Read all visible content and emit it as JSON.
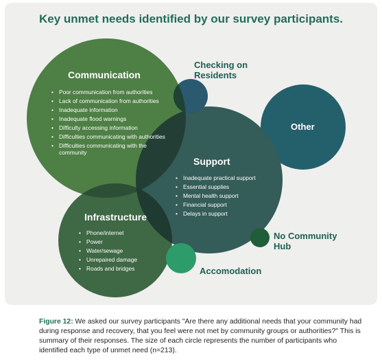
{
  "title": "Key unmet needs identified by our survey participants.",
  "colors": {
    "panel_bg": "#efefee",
    "title": "#1e6e5a",
    "communication": "#4e7f45",
    "support": "#345c59",
    "infrastructure": "#3f6845",
    "other": "#245f6c",
    "checking": "#2a5970",
    "no_hub": "#1f5e38",
    "accomodation": "#2e9b6a",
    "overlap": "#1d3a2e"
  },
  "needs": {
    "communication": {
      "label": "Communication",
      "items": [
        "Poor communication from authorities",
        "Lack of communication from authorities",
        "Inadequate information",
        "Inadequate flood warnings",
        "Difficulty accessing information",
        "Difficulties communicating with authorities",
        "Difficulties communicating with the community"
      ]
    },
    "support": {
      "label": "Support",
      "items": [
        "Inadequate practical support",
        "Essential supplies",
        "Mental health support",
        "Financial support",
        "Delays in support"
      ]
    },
    "infrastructure": {
      "label": "Infrastructure",
      "items": [
        "Phone/internet",
        "Power",
        "Water/sewage",
        "Unrepaired damage",
        "Roads and bridges"
      ]
    },
    "other": {
      "label": "Other"
    },
    "checking": {
      "label": "Checking on Residents"
    },
    "no_hub": {
      "label": "No Community Hub"
    },
    "accomodation": {
      "label": "Accomodation"
    }
  },
  "caption": {
    "figure": "Figure 12:",
    "text": " We asked our survey participants \"Are there any additional needs that your community had during response and recovery, that you feel were not met by community groups or authorities?\" This is summary of their responses. The size of each circle represents the number of participants who identified each type of unmet need (n=213)."
  }
}
